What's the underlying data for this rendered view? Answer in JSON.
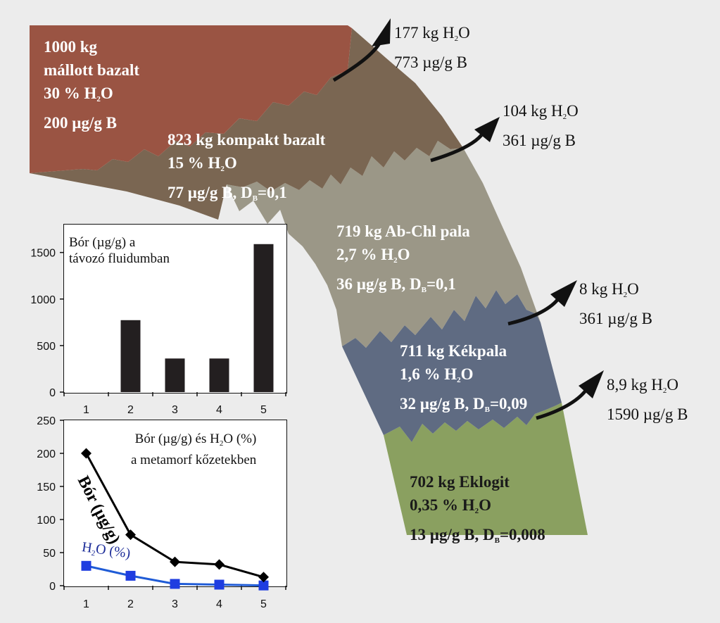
{
  "zones": [
    {
      "lines": [
        "1000 kg",
        "mállott bazalt",
        "30 % H|2|O",
        "200 µg/g B"
      ]
    },
    {
      "lines": [
        "823 kg kompakt bazalt",
        "15 % H|2|O",
        "77 µg/g B, D|B|=0,1"
      ]
    },
    {
      "lines": [
        "719 kg Ab-Chl pala",
        "2,7 % H|2|O",
        "36 µg/g B, D|B|=0,1"
      ]
    },
    {
      "lines": [
        "711 kg Kékpala",
        "1,6 % H|2|O",
        "32 µg/g B, D|B|=0,09"
      ]
    },
    {
      "lines": [
        "702 kg Eklogit",
        "0,35 % H|2|O",
        "13 µg/g B, D|B|=0,008"
      ]
    }
  ],
  "fluxes": [
    {
      "water": "177 kg H|2|O",
      "boron": "773 µg/g B"
    },
    {
      "water": "104 kg H|2|O",
      "boron": "361 µg/g B"
    },
    {
      "water": "8 kg H|2|O",
      "boron": "361 µg/g B"
    },
    {
      "water": "8,9 kg H|2|O",
      "boron": "1590 µg/g B"
    }
  ],
  "colors": {
    "zone1": "#9a5443",
    "zone2": "#7a6652",
    "zone3": "#9b9787",
    "zone4": "#5f6b82",
    "zone5": "#8aa060",
    "bar": "#231f20",
    "boron_line": "#000000",
    "water_line": "#1f5bd6",
    "water_marker": "#1f3de0"
  },
  "chart_data": [
    {
      "type": "bar",
      "title_lines": [
        "Bór (µg/g) a",
        "távozó fluidumban"
      ],
      "categories": [
        "1",
        "2",
        "3",
        "4",
        "5"
      ],
      "values": [
        0,
        773,
        361,
        361,
        1590
      ],
      "ylim": [
        0,
        1800
      ],
      "yticks": [
        "0",
        "500",
        "1000",
        "1500"
      ],
      "ytick_values": [
        0,
        500,
        1000,
        1500
      ]
    },
    {
      "type": "line",
      "title_lines": [
        "Bór (µg/g) és H|2|O (%)",
        "a metamorf kőzetekben"
      ],
      "x": [
        "1",
        "2",
        "3",
        "4",
        "5"
      ],
      "ylim": [
        0,
        250
      ],
      "yticks": [
        "0",
        "50",
        "100",
        "150",
        "200",
        "250"
      ],
      "ytick_values": [
        0,
        50,
        100,
        150,
        200,
        250
      ],
      "series": [
        {
          "name": "Bór (µg/g)",
          "values": [
            200,
            77,
            36,
            32,
            13
          ],
          "marker": "diamond"
        },
        {
          "name": "H|2|O (%)",
          "values": [
            30,
            15,
            2.7,
            1.6,
            0.35
          ],
          "marker": "square"
        }
      ]
    }
  ]
}
